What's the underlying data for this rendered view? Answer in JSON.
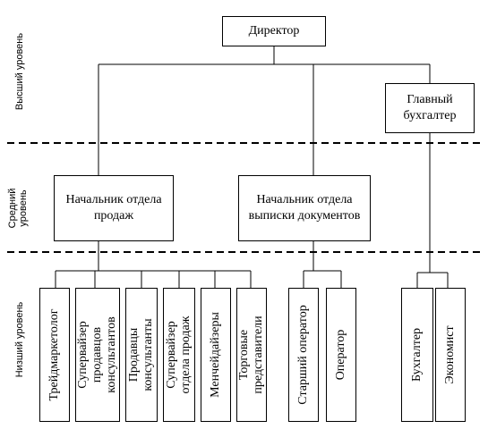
{
  "levels": {
    "top": "Высший уровень",
    "middle": "Средний\nуровень",
    "bottom": "Низший уровень"
  },
  "nodes": {
    "director": "Директор",
    "chief_accountant": "Главный\nбухгалтер",
    "head_sales": "Начальник отдела\nпродаж",
    "head_docs": "Начальник отдела\nвыписки документов",
    "trade_marketer": "Трейдмаркетолог",
    "supervisor_consultants": "Супервайзер\nпродавцов\nконсультантов",
    "sales_consultants": "Продавцы\nконсультанты",
    "supervisor_sales_dept": "Супервайзер\nотдела продаж",
    "merchandisers": "Менчейдайзеры",
    "sales_reps": "Торговые\nпредставители",
    "senior_operator": "Старший оператор",
    "operator": "Оператор",
    "accountant": "Бухгалтер",
    "economist": "Экономист"
  },
  "colors": {
    "line": "#000000",
    "background": "#ffffff"
  }
}
